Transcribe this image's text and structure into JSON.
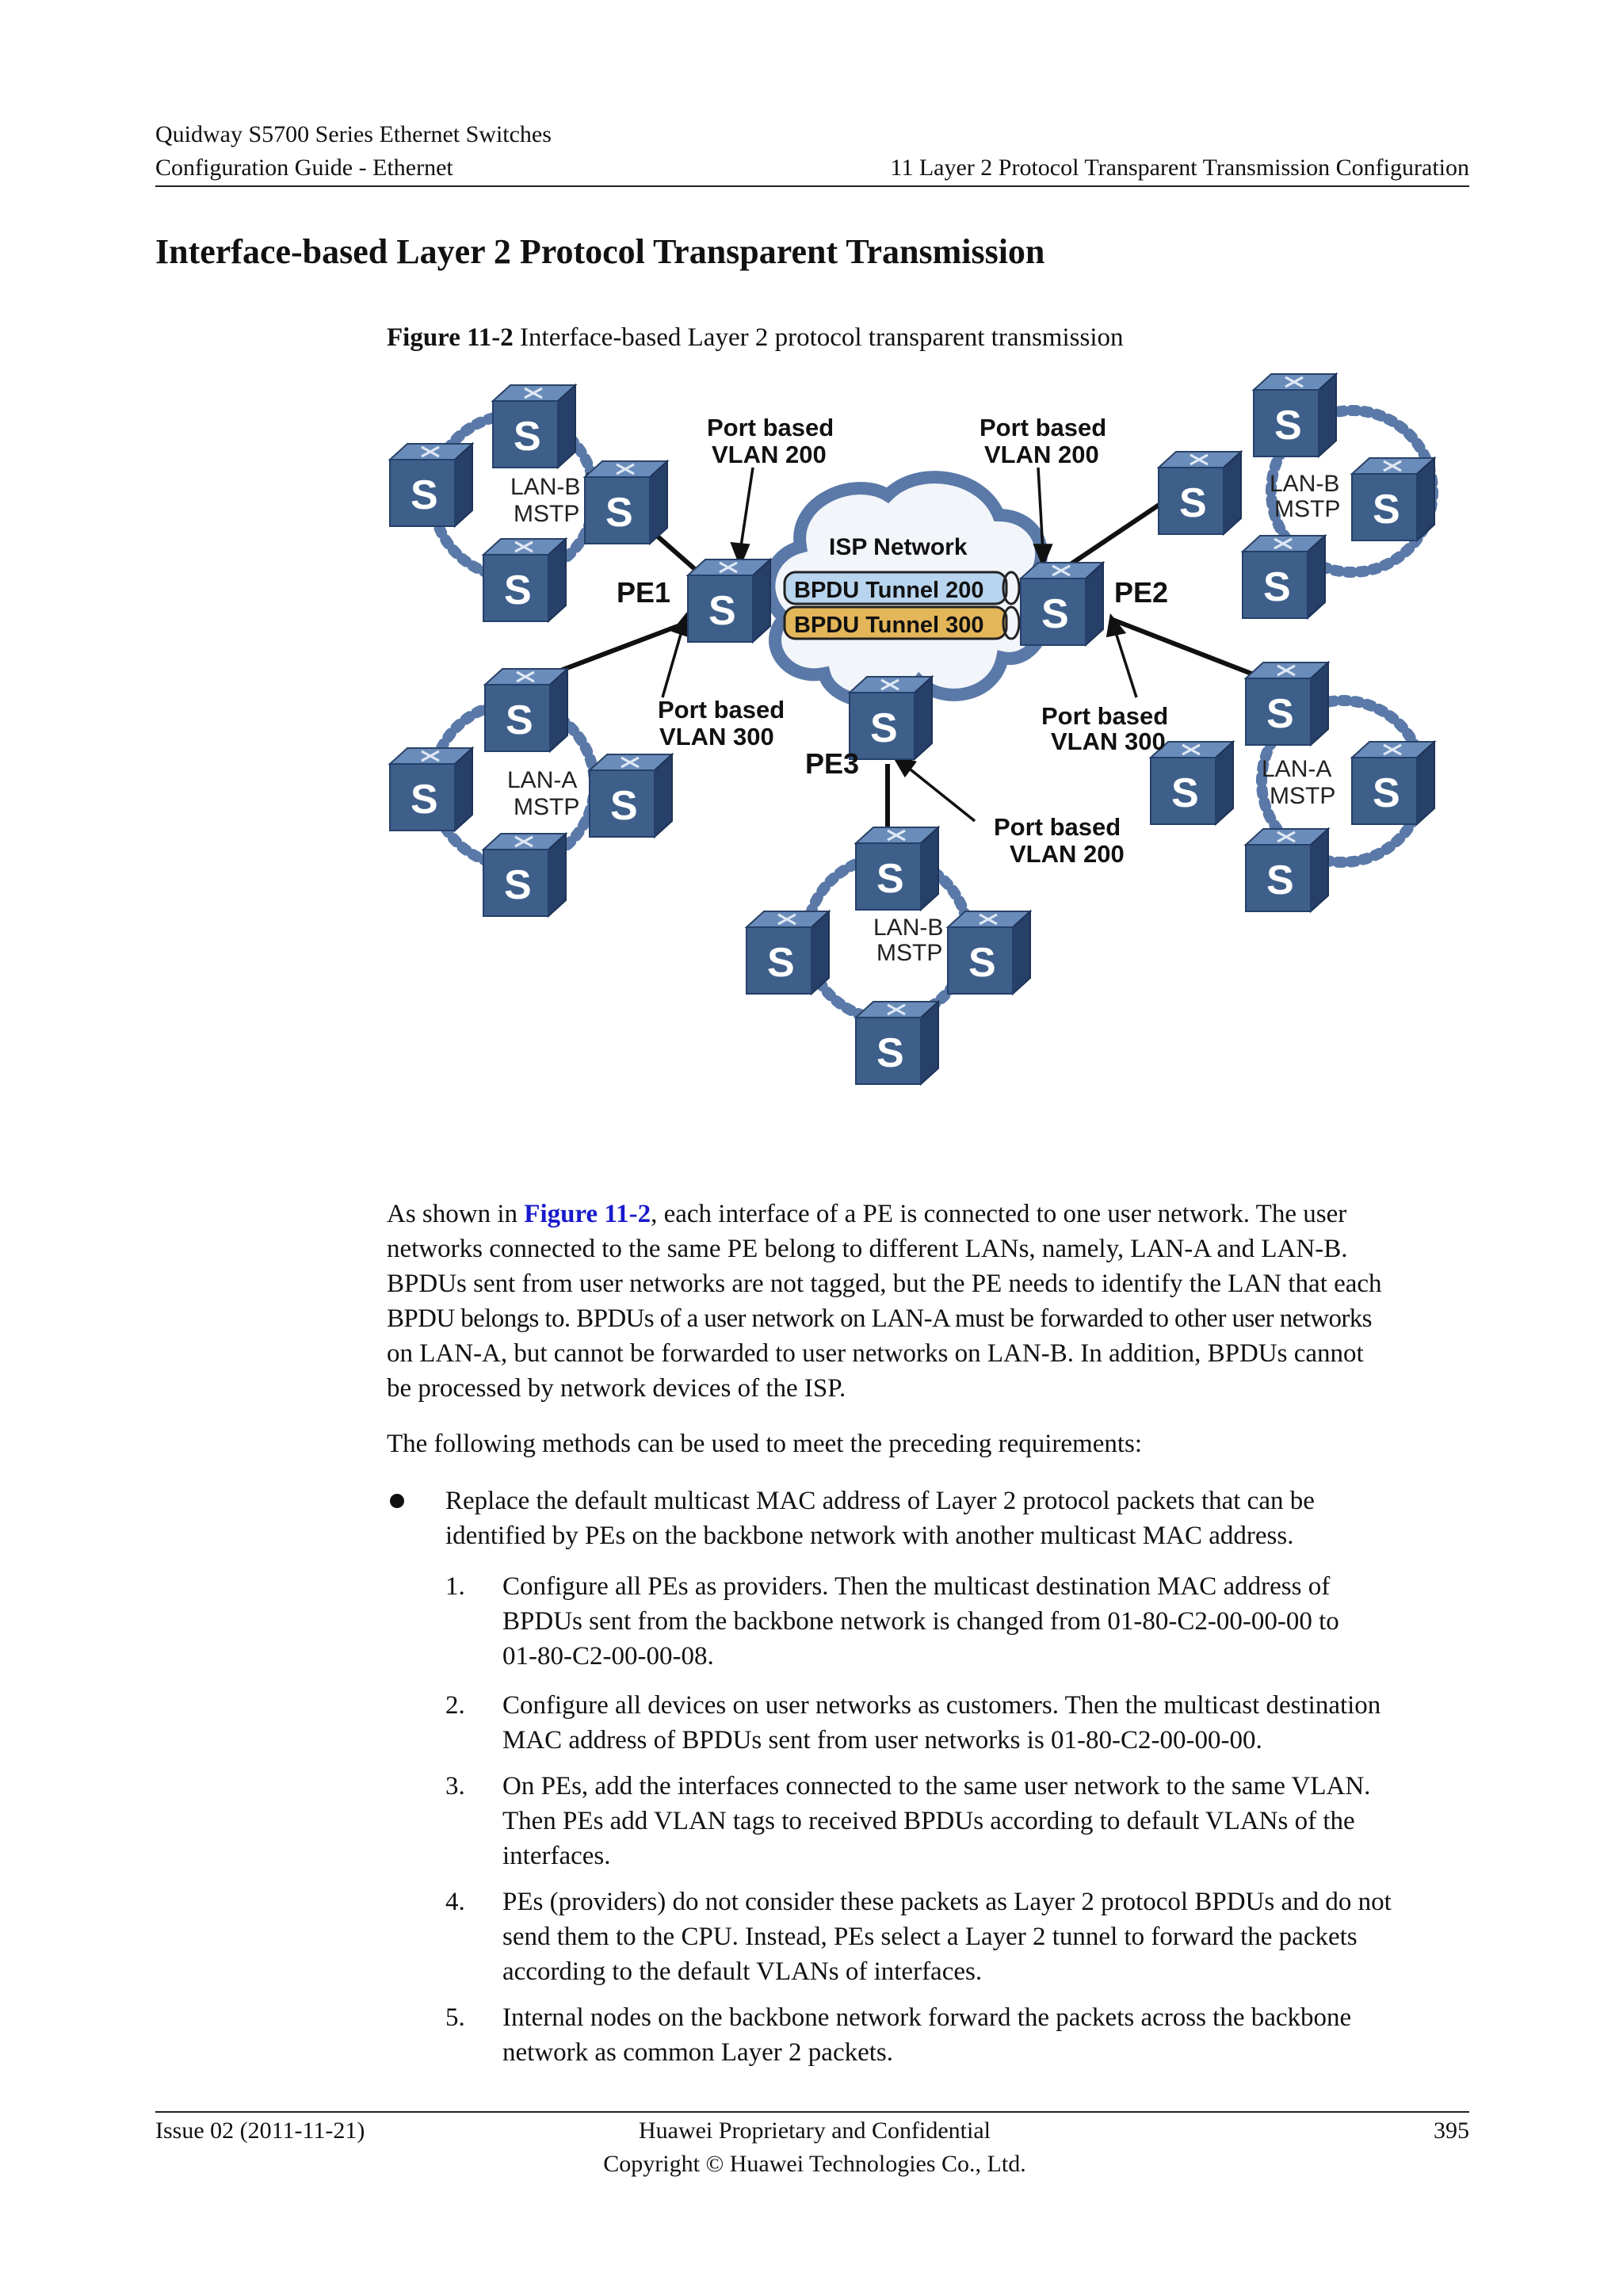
{
  "header": {
    "product": "Quidway S5700 Series Ethernet Switches",
    "guide": "Configuration Guide - Ethernet",
    "chapter": "11 Layer 2 Protocol Transparent Transmission Configuration"
  },
  "section_title": "Interface-based Layer 2 Protocol Transparent Transmission",
  "figure": {
    "number": "Figure 11-2",
    "caption": "Interface-based Layer 2 protocol transparent transmission",
    "cloud_label": "ISP Network",
    "tunnel_200": "BPDU Tunnel 200",
    "tunnel_300": "BPDU Tunnel 300",
    "switch_glyph": "S",
    "pe1": "PE1",
    "pe2": "PE2",
    "pe3": "PE3",
    "port_based": "Port based",
    "vlan_200": "VLAN 200",
    "vlan_300": "VLAN 300",
    "lan_b": "LAN-B",
    "lan_a": "LAN-A",
    "mstp": "MSTP",
    "colors": {
      "switch": "#3e5f8a",
      "cloud": "#5a79a8",
      "tunnel200": "#b8d4ee",
      "tunnel300": "#e3b65a"
    }
  },
  "paragraphs": {
    "p1_prefix": "As shown in ",
    "p1_link": "Figure 11-2",
    "p1_line1": ", each interface of a PE is connected to one user network. The user",
    "p1_line2": "networks connected to the same PE belong to different LANs, namely, LAN-A and LAN-B.",
    "p1_line3": "BPDUs sent from user networks are not tagged, but the PE needs to identify the LAN that each",
    "p1_line4": "BPDU belongs to. BPDUs of a user network on LAN-A must be forwarded to other user networks",
    "p1_line5": "on LAN-A, but cannot be forwarded to user networks on LAN-B. In addition, BPDUs cannot",
    "p1_line6": "be processed by network devices of the ISP.",
    "p2": "The following methods can be used to meet the preceding requirements:"
  },
  "bullet": {
    "line1": "Replace the default multicast MAC address of Layer 2 protocol packets that can be",
    "line2": "identified by PEs on the backbone network with another multicast MAC address."
  },
  "steps": [
    {
      "num": "1.",
      "lines": [
        "Configure all PEs as providers. Then the multicast destination MAC address of",
        "BPDUs sent from the backbone network is changed from 01-80-C2-00-00-00 to",
        "01-80-C2-00-00-08."
      ]
    },
    {
      "num": "2.",
      "lines": [
        "Configure all devices on user networks as customers. Then the multicast destination",
        "MAC address of BPDUs sent from user networks is 01-80-C2-00-00-00."
      ]
    },
    {
      "num": "3.",
      "lines": [
        "On PEs, add the interfaces connected to the same user network to the same VLAN.",
        "Then PEs add VLAN tags to received BPDUs according to default VLANs of the",
        "interfaces."
      ]
    },
    {
      "num": "4.",
      "lines": [
        "PEs (providers) do not consider these packets as Layer 2 protocol BPDUs and do not",
        "send them to the CPU. Instead, PEs select a Layer 2 tunnel to forward the packets",
        "according to the default VLANs of interfaces."
      ]
    },
    {
      "num": "5.",
      "lines": [
        "Internal nodes on the backbone network forward the packets across the backbone",
        "network as common Layer 2 packets."
      ]
    }
  ],
  "footer": {
    "issue": "Issue 02 (2011-11-21)",
    "confidential": "Huawei Proprietary and Confidential",
    "copyright": "Copyright © Huawei Technologies Co., Ltd.",
    "page": "395"
  }
}
